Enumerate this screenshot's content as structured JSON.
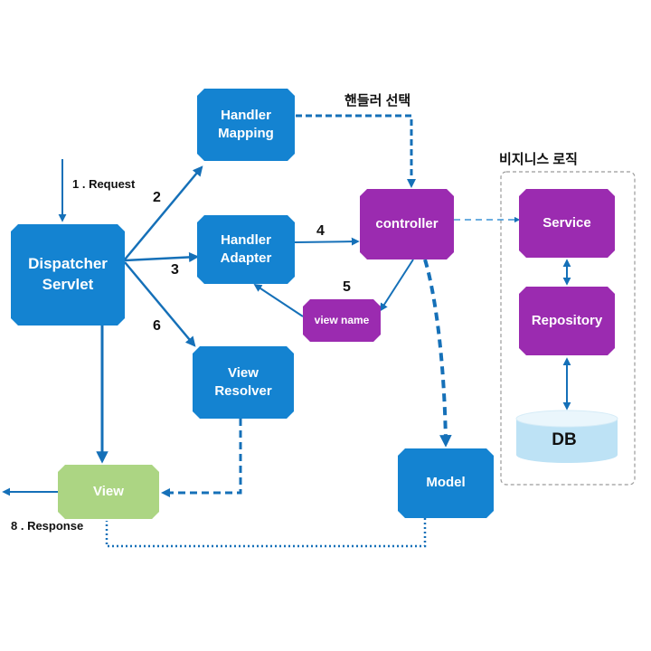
{
  "colors": {
    "blue": "#1483d1",
    "purple": "#9b2bb0",
    "green": "#acd583",
    "db_fill": "#bde2f5",
    "db_top": "#eaf6fc"
  },
  "nodes": {
    "dispatcher": "Dispatcher\nServlet",
    "handler_mapping": "Handler\nMapping",
    "handler_adapter": "Handler\nAdapter",
    "view_resolver": "View\nResolver",
    "view": "View",
    "controller": "controller",
    "view_name": "view name",
    "model": "Model",
    "service": "Service",
    "repository": "Repository",
    "db": "DB"
  },
  "labels": {
    "request": "1 . Request",
    "response": "8 . Response",
    "step2": "2",
    "step3": "3",
    "step4": "4",
    "step5": "5",
    "step6": "6",
    "handler_select": "핸들러 선택",
    "business_logic": "비지니스 로직"
  }
}
